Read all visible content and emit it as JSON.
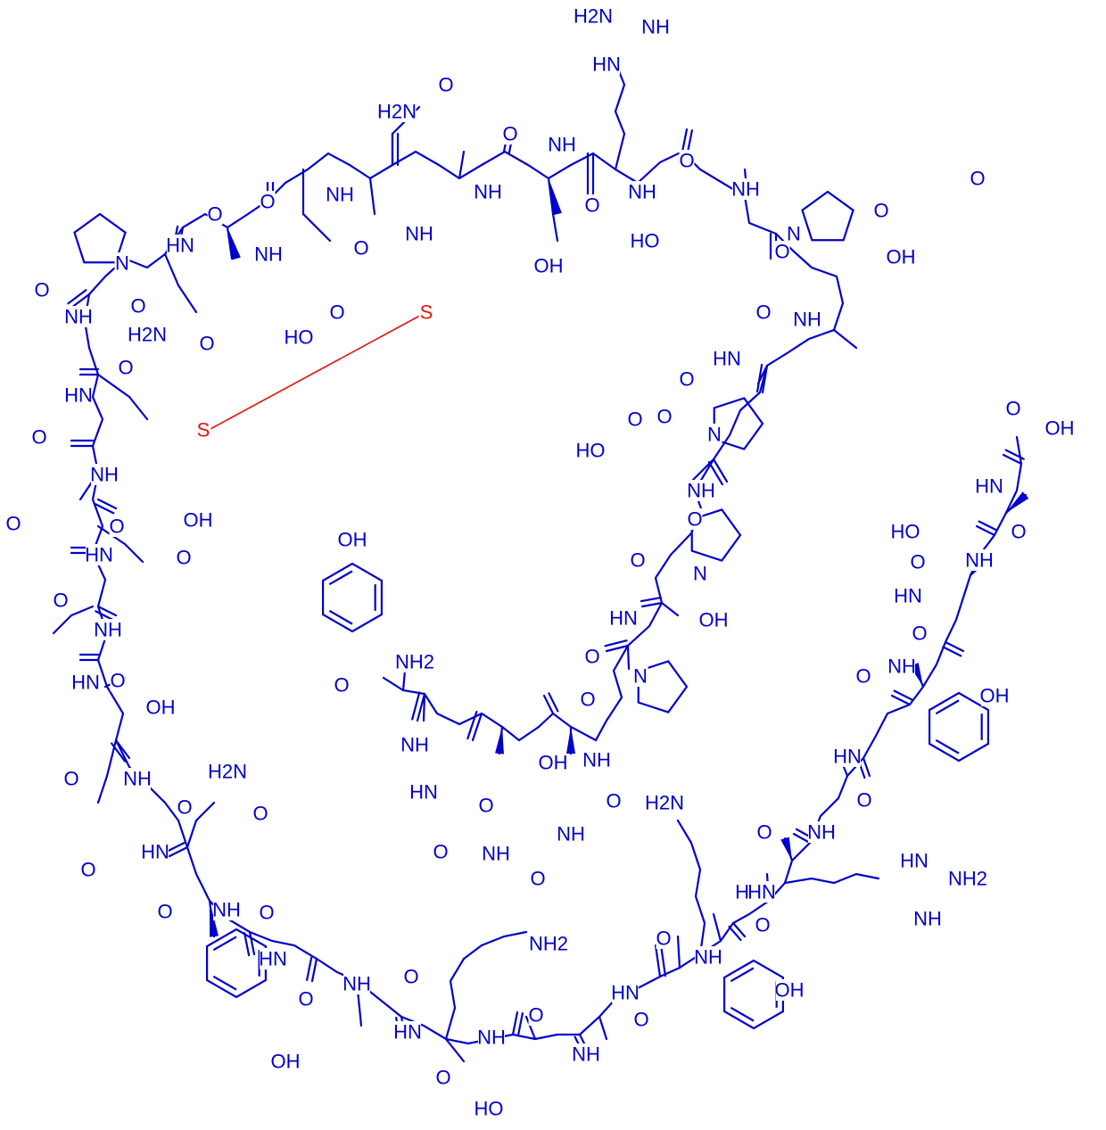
{
  "colors": {
    "atom": "#0000cc",
    "disulfide": "#e8120c",
    "background": "#ffffff"
  },
  "labels": {
    "guanidine_top": [
      "H2N",
      "NH",
      "HN"
    ],
    "guanidine_right": [
      "HN",
      "NH2",
      "NH"
    ],
    "amine_H2N": "H2N",
    "amine_NH2": "NH2",
    "NH": "NH",
    "HN": "HN",
    "N": "N",
    "O": "O",
    "OH": "OH",
    "HO": "HO",
    "S": "S"
  }
}
